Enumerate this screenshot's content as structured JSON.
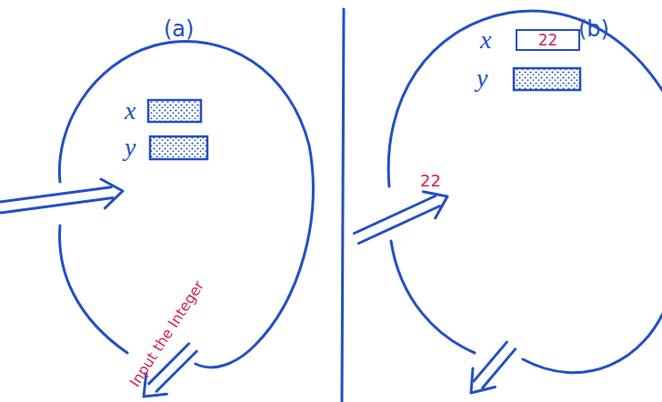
{
  "diagram": {
    "nodes": [
      {
        "text": [
          "x",
          "y"
        ]
      },
      {
        "text": [
          "x",
          "y"
        ]
      },
      {
        "text": [
          "22"
        ],
        "in": 1
      }
    ],
    "labels": [
      "(a)",
      "(b)",
      "Input the Integer",
      "22"
    ]
  }
}
